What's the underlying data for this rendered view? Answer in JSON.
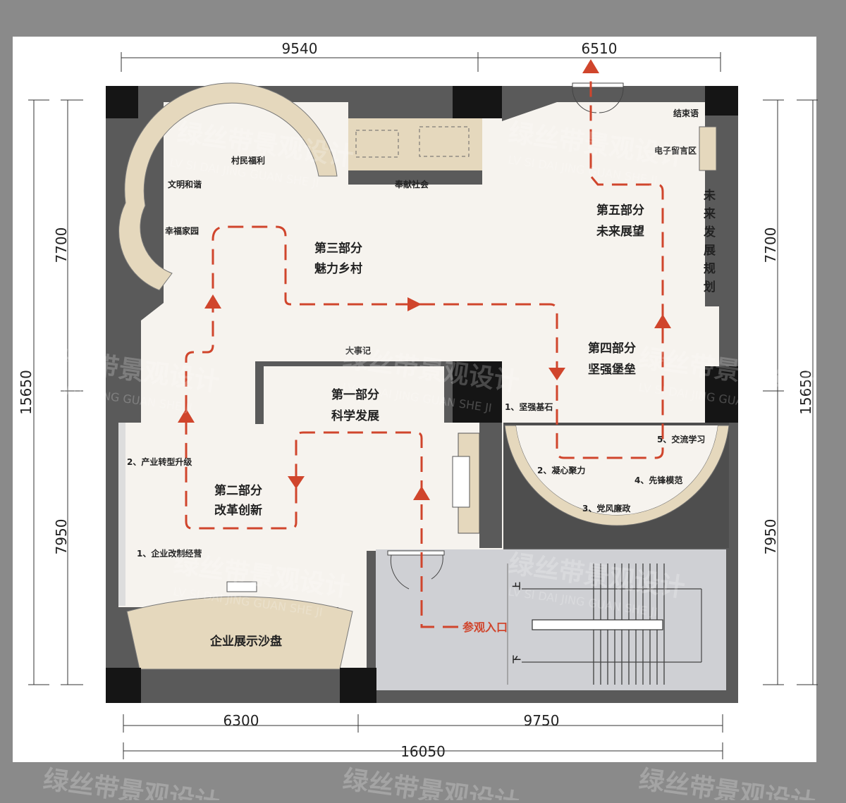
{
  "colors": {
    "page_border": "#8a8a8a",
    "paper": "#ffffff",
    "wall": "#5a5a5a",
    "column": "#1a1a1a",
    "floor": "#f6f3ee",
    "beige": "#e5d8bd",
    "stair_floor": "#cfd0d4",
    "route": "#d0452c"
  },
  "dimensions": {
    "top_left": "9540",
    "top_right": "6510",
    "bottom_left": "6300",
    "bottom_right": "9750",
    "bottom_total": "16050",
    "left_upper": "7700",
    "left_lower": "7950",
    "left_total": "15650",
    "right_upper": "7700",
    "right_lower": "7950",
    "right_total": "15650"
  },
  "sections": {
    "s1_title": "第一部分",
    "s1_name": "科学发展",
    "s2_title": "第二部分",
    "s2_name": "改革创新",
    "s3_title": "第三部分",
    "s3_name": "魅力乡村",
    "s4_title": "第四部分",
    "s4_name": "坚强堡垒",
    "s5_title": "第五部分",
    "s5_name": "未来展望"
  },
  "labels": {
    "cunmin": "村民福利",
    "wenming": "文明和谐",
    "xingfu": "幸福家园",
    "fengxian": "奉献社会",
    "dashiji": "大事记",
    "jieshu": "结束语",
    "dianzi": "电子留言区",
    "weilai_chars": [
      "未",
      "来",
      "发",
      "展",
      "规",
      "划"
    ],
    "s2_item2": "2、产业转型升级",
    "s2_item1": "1、企业改制经营",
    "shapan": "企业展示沙盘",
    "s4_item1": "1、坚强基石",
    "s4_item2": "2、凝心聚力",
    "s4_item3": "3、党风廉政",
    "s4_item4": "4、先锋模范",
    "s4_item5": "5、交流学习",
    "entrance": "参观入口",
    "stair_up": "上",
    "stair_down": "下"
  },
  "watermark": {
    "cn": "绿丝带景观设计",
    "en": "LV SI DAI JING GUAN SHE JI"
  }
}
